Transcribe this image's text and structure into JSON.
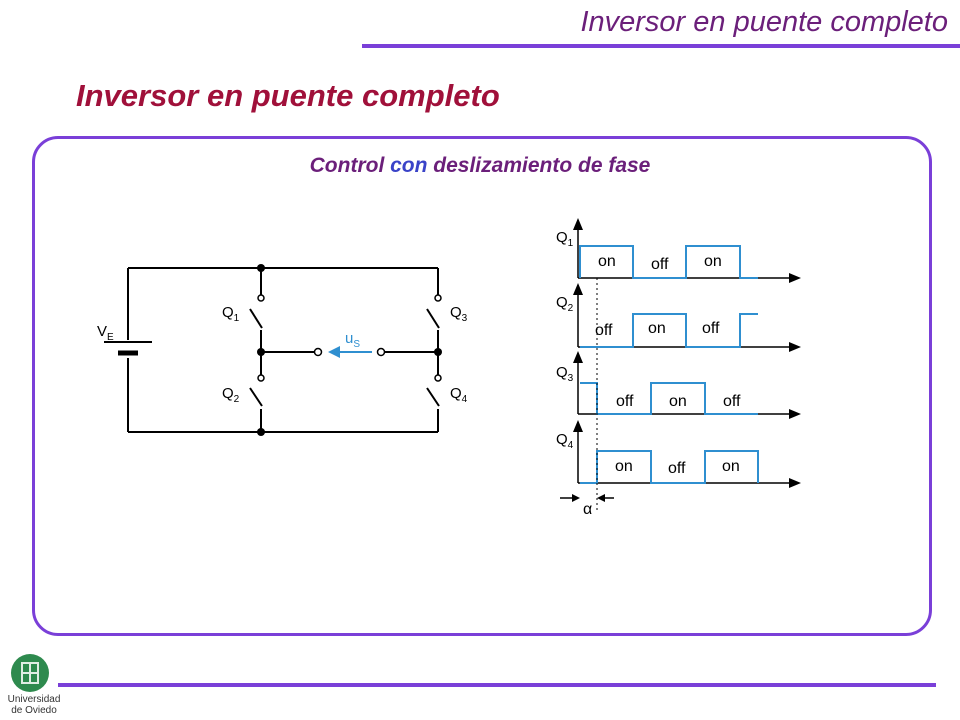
{
  "header": {
    "title": "Inversor  en puente completo"
  },
  "slide": {
    "title": "Inversor en puente completo"
  },
  "subtitle": {
    "part1": "Control ",
    "part2": "con",
    "part3": " deslizamiento de fase"
  },
  "circuit": {
    "source_label": "V",
    "source_sub": "E",
    "switches": [
      {
        "label": "Q",
        "sub": "1"
      },
      {
        "label": "Q",
        "sub": "2"
      },
      {
        "label": "Q",
        "sub": "3"
      },
      {
        "label": "Q",
        "sub": "4"
      }
    ],
    "output_label": "u",
    "output_sub": "S"
  },
  "waveforms": {
    "rows": [
      {
        "label": "Q",
        "sub": "1",
        "states": [
          "on",
          "off",
          "on"
        ]
      },
      {
        "label": "Q",
        "sub": "2",
        "states": [
          "off",
          "on",
          "off"
        ]
      },
      {
        "label": "Q",
        "sub": "3",
        "states": [
          "off",
          "on",
          "off"
        ]
      },
      {
        "label": "Q",
        "sub": "4",
        "states": [
          "on",
          "off",
          "on"
        ]
      }
    ],
    "phase_label": "α"
  },
  "footer": {
    "logo_line1": "Universidad",
    "logo_line2": "de Oviedo"
  },
  "colors": {
    "accent": "#7a3fd8",
    "title": "#a0103a",
    "header": "#6b1f7a",
    "signal": "#2f8fd0"
  }
}
